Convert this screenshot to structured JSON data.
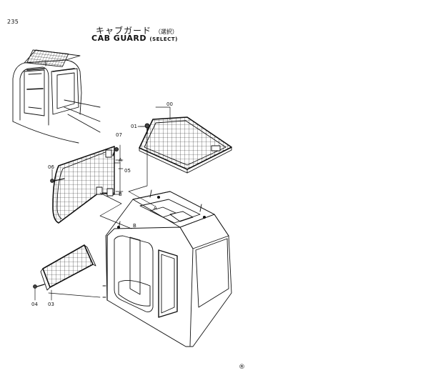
{
  "page_number": "235",
  "title_jp": "キャブガード",
  "title_jp_note": "（選択）",
  "title_en": "CAB GUARD",
  "title_en_note": "(SELECT)",
  "callouts": {
    "c00": "00",
    "c01": "01",
    "c03": "03",
    "c04": "04",
    "c05": "05",
    "c06": "06",
    "c07": "07",
    "cA": "A",
    "cB": "B",
    "cA2": "A",
    "cB2": "B"
  },
  "corner_mark": "®"
}
